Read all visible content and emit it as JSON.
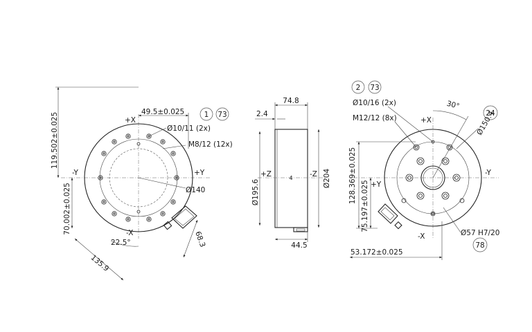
{
  "view_left": {
    "height_dim": "119.502±0.025",
    "offset_dim": "49.5±0.025",
    "bubble_a": "1",
    "bubble_b": "73",
    "hole_a": "Ø10/11 (2x)",
    "hole_b": "M8/12 (12x)",
    "dia": "Ø140",
    "side_dim": "70.002±0.025",
    "angle": "22.5°",
    "diag_dim": "135.9",
    "conn_dim": "68.3",
    "axis_px": "+X",
    "axis_nx": "-X",
    "axis_py": "+Y",
    "axis_ny": "-Y"
  },
  "view_side": {
    "width_dim": "74.8",
    "lip_dim": "2.4",
    "dia_left": "Ø195.6",
    "dia_right": "Ø204",
    "bottom_dim": "44.5",
    "axis_pz": "+Z",
    "axis_nz": "-Z",
    "center_mark": "4"
  },
  "view_right": {
    "bubble_a": "2",
    "bubble_b": "73",
    "hole_a": "Ø10/16 (2x)",
    "hole_b": "M12/12 (8x)",
    "angle": "30°",
    "bubble_c": "24",
    "dia": "Ø150.4",
    "vert_dim_1": "128.369±0.025",
    "vert_dim_2": "75.197±0.025",
    "bore": "Ø57 H7/20",
    "bubble_d": "78",
    "bottom_dim": "53.172±0.025",
    "axis_px": "+X",
    "axis_nx": "-X",
    "axis_py": "+Y",
    "axis_ny": "-Y"
  }
}
